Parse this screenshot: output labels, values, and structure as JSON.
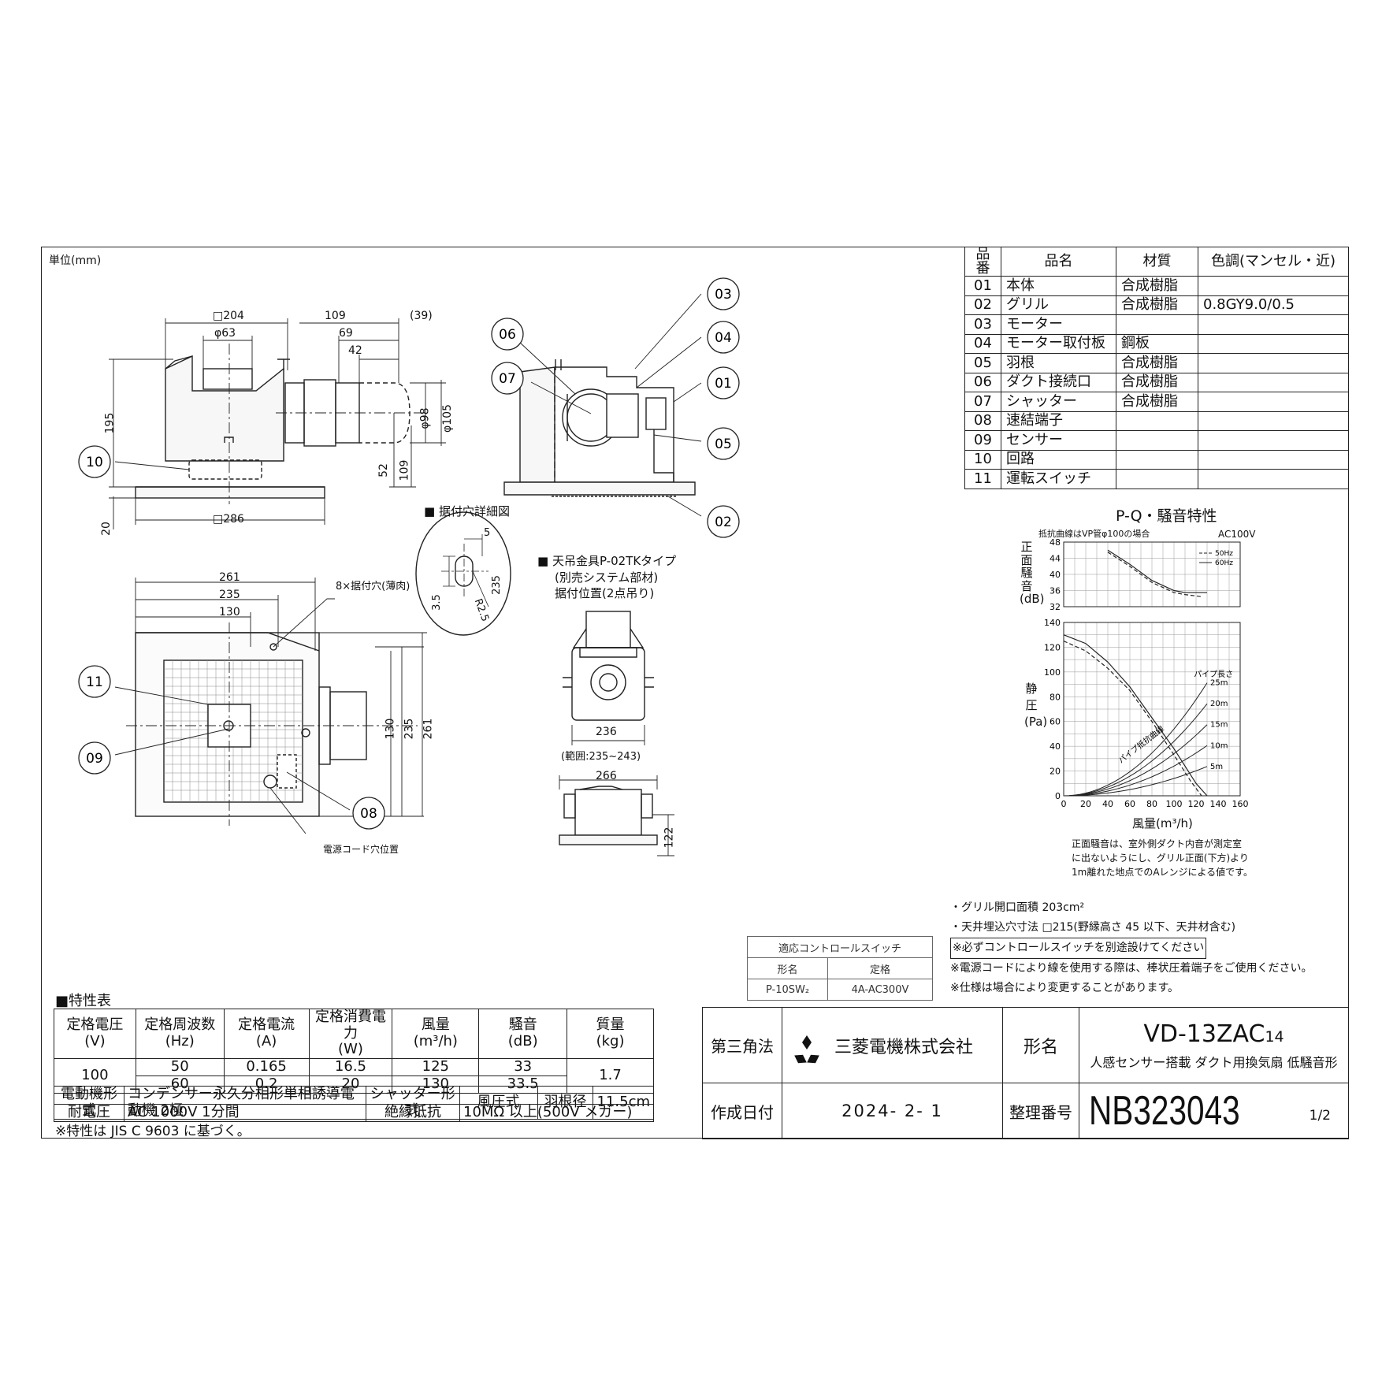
{
  "unit_label": "単位(mm)",
  "parts_table": {
    "headers": [
      "品番",
      "品名",
      "材質",
      "色調(マンセル・近)"
    ],
    "rows": [
      [
        "01",
        "本体",
        "合成樹脂",
        ""
      ],
      [
        "02",
        "グリル",
        "合成樹脂",
        "0.8GY9.0/0.5"
      ],
      [
        "03",
        "モーター",
        "",
        ""
      ],
      [
        "04",
        "モーター取付板",
        "鋼板",
        ""
      ],
      [
        "05",
        "羽根",
        "合成樹脂",
        ""
      ],
      [
        "06",
        "ダクト接続口",
        "合成樹脂",
        ""
      ],
      [
        "07",
        "シャッター",
        "合成樹脂",
        ""
      ],
      [
        "08",
        "速結端子",
        "",
        ""
      ],
      [
        "09",
        "センサー",
        "",
        ""
      ],
      [
        "10",
        "回路",
        "",
        ""
      ],
      [
        "11",
        "運転スイッチ",
        "",
        ""
      ]
    ]
  },
  "dims": {
    "sq204": "□204",
    "phi63": "φ63",
    "d109": "109",
    "d39": "(39)",
    "d69": "69",
    "d42": "42",
    "d195": "195",
    "phi98": "φ98",
    "phi105": "φ105",
    "d52": "52",
    "d109b": "109",
    "d20": "20",
    "sq286": "□286",
    "d261": "261",
    "d235": "235",
    "d130": "130",
    "d130v": "130",
    "d235v": "235",
    "d261v": "261",
    "holes": "8×据付穴(薄肉)",
    "cord": "電源コード穴位置",
    "hole_detail_title": "■ 据付穴詳細図",
    "d5": "5",
    "d35": "3.5",
    "d235h": "235",
    "r25": "R2.5",
    "hanger_title": "■ 天吊金具P-02TKタイプ",
    "hanger_sub1": "(別売システム部材)",
    "hanger_sub2": "据付位置(2点吊り)",
    "d236": "236",
    "range": "(範囲:235~243)",
    "d266": "266",
    "d122": "122"
  },
  "callouts": [
    "01",
    "02",
    "03",
    "04",
    "05",
    "06",
    "07",
    "08",
    "09",
    "10",
    "11"
  ],
  "chart_data": [
    {
      "type": "line",
      "title": "P-Q・騒音特性",
      "subtitle": "抵抗曲線はVP管φ100の場合",
      "note": "AC100V",
      "ylabel": "正面騒音(dB)",
      "ylim": [
        32,
        48
      ],
      "yticks": [
        32,
        36,
        40,
        44,
        48
      ],
      "xlim": [
        0,
        160
      ],
      "series": [
        {
          "name": "50Hz",
          "style": "dashed",
          "x": [
            40,
            60,
            80,
            100,
            110,
            125
          ],
          "y": [
            45.5,
            42,
            38,
            35.5,
            35,
            34.5
          ]
        },
        {
          "name": "60Hz",
          "style": "solid",
          "x": [
            40,
            60,
            80,
            100,
            110,
            130
          ],
          "y": [
            46,
            42.5,
            38.5,
            36,
            35.5,
            35.5
          ]
        }
      ]
    },
    {
      "type": "line",
      "ylabel": "静圧(Pa)",
      "xlabel": "風量(m³/h)",
      "xlim": [
        0,
        160
      ],
      "ylim": [
        0,
        140
      ],
      "xticks": [
        0,
        20,
        40,
        60,
        80,
        100,
        120,
        140,
        160
      ],
      "yticks": [
        0,
        20,
        40,
        60,
        80,
        100,
        120,
        140
      ],
      "series": [
        {
          "name": "50Hz",
          "style": "dashed",
          "x": [
            0,
            20,
            40,
            60,
            80,
            100,
            115,
            125
          ],
          "y": [
            125,
            117,
            103,
            85,
            60,
            33,
            12,
            0
          ]
        },
        {
          "name": "60Hz",
          "style": "solid",
          "x": [
            0,
            20,
            40,
            60,
            80,
            100,
            120,
            130
          ],
          "y": [
            130,
            123,
            108,
            88,
            63,
            38,
            10,
            0
          ]
        }
      ],
      "resistance_curves": [
        {
          "label": "25m",
          "k": 0.0054
        },
        {
          "label": "20m",
          "k": 0.0044
        },
        {
          "label": "15m",
          "k": 0.0034
        },
        {
          "label": "10m",
          "k": 0.0024
        },
        {
          "label": "5m",
          "k": 0.0014
        }
      ],
      "resistance_label": "パイプ抵抗曲線",
      "pipe_length_label": "パイプ長さ"
    }
  ],
  "chart_note": [
    "正面騒音は、室外側ダクト内音が測定室",
    "に出ないようにし、グリル正面(下方)より",
    "1m離れた地点でのAレンジによる値です。"
  ],
  "notes": [
    "・グリル開口面積 203cm²",
    "・天井埋込穴寸法 □215(野縁高さ 45 以下、天井材含む)",
    "※必ずコントロールスイッチを別途設けてください",
    "※電源コードにより線を使用する際は、棒状圧着端子をご使用ください。",
    "※仕様は場合により変更することがあります。"
  ],
  "control_switch": {
    "title": "適応コントロールスイッチ",
    "headers": [
      "形名",
      "定格"
    ],
    "row": [
      "P-10SW₂",
      "4A-AC300V"
    ]
  },
  "spec": {
    "title": "■特性表",
    "headers": [
      "定格電圧\n(V)",
      "定格周波数\n(Hz)",
      "定格電流\n(A)",
      "定格消費電力\n(W)",
      "風量\n(m³/h)",
      "騒音\n(dB)",
      "質量\n(kg)"
    ],
    "voltage": "100",
    "mass": "1.7",
    "rows": [
      [
        "50",
        "0.165",
        "16.5",
        "125",
        "33"
      ],
      [
        "60",
        "0.2",
        "20",
        "130",
        "33.5"
      ]
    ],
    "motor_type_label": "電動機形式",
    "motor_type": "コンデンサー永久分相形単相誘導電動機 2極",
    "shutter_label": "シャッター形式",
    "shutter": "風圧式",
    "blade_label": "羽根径",
    "blade": "11.5cm",
    "withstand_label": "耐電圧",
    "withstand": "AC 1000V 1分間",
    "insulation_label": "絶縁抵抗",
    "insulation": "10MΩ 以上(500V メガー)",
    "footnote": "※特性は JIS C 9603 に基づく。"
  },
  "title_block": {
    "projection": "第三角法",
    "company": "三菱電機株式会社",
    "model_label": "形名",
    "model": "VD-13ZAC",
    "model_suffix": "14",
    "description": "人感センサー搭載 ダクト用換気扇 低騒音形",
    "date_label": "作成日付",
    "date": "2024- 2- 1",
    "number_label": "整理番号",
    "number": "NB323043",
    "page": "1/2"
  }
}
